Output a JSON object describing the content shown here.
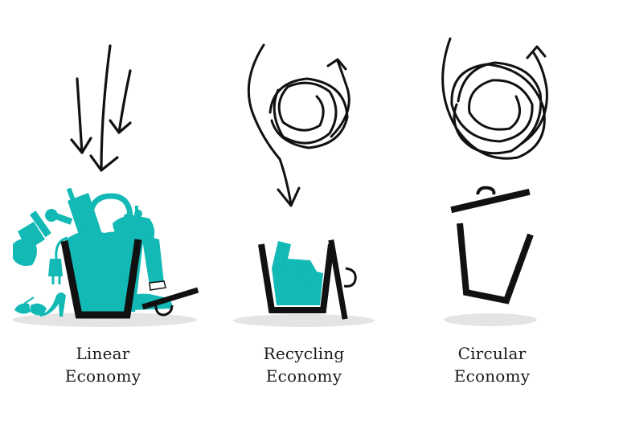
{
  "colors": {
    "ink": "#111111",
    "teal": "#13b9b5",
    "shadow": "#e4e4e4"
  },
  "panels": [
    {
      "id": "linear",
      "line1": "Linear",
      "line2": "Economy",
      "icons": [
        "down-arrows-icon",
        "overflowing-trash-bin-icon"
      ]
    },
    {
      "id": "recycling",
      "line1": "Recycling",
      "line2": "Economy",
      "icons": [
        "looping-arrow-icon",
        "open-trash-bin-icon"
      ]
    },
    {
      "id": "circular",
      "line1": "Circular",
      "line2": "Economy",
      "icons": [
        "circular-loop-arrow-icon",
        "empty-trash-bin-icon"
      ]
    }
  ]
}
